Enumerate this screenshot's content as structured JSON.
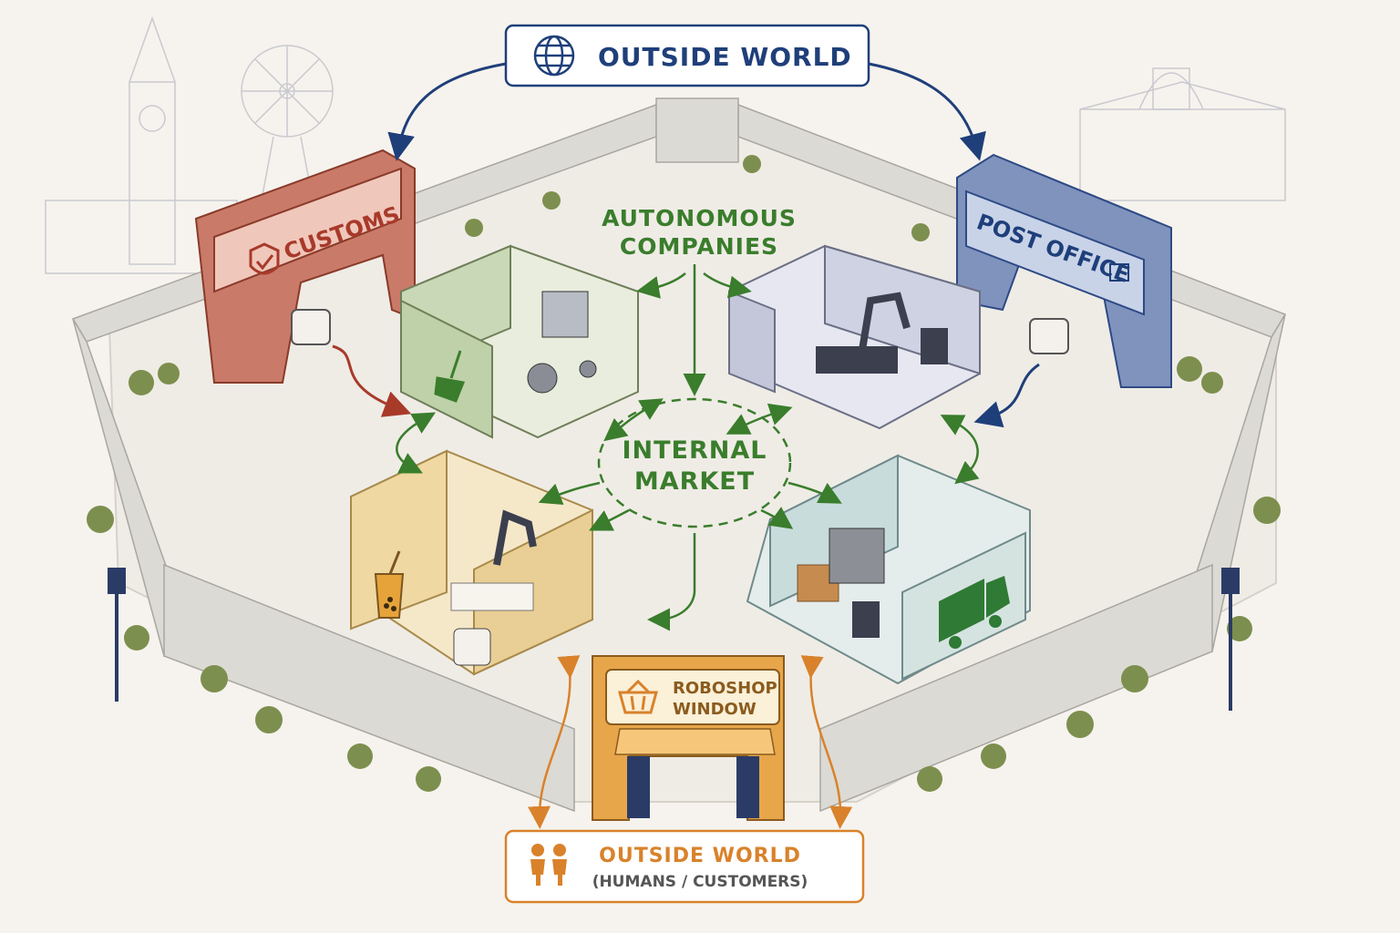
{
  "top_box": {
    "label": "OUTSIDE WORLD"
  },
  "customs": {
    "label": "CUSTOMS"
  },
  "post_office": {
    "label": "POST OFFICE"
  },
  "autonomous": {
    "line1": "AUTONOMOUS",
    "line2": "COMPANIES"
  },
  "market": {
    "line1": "INTERNAL",
    "line2": "MARKET"
  },
  "roboshop": {
    "line1": "ROBOSHOP",
    "line2": "WINDOW"
  },
  "bottom_box": {
    "line1": "OUTSIDE WORLD",
    "line2": "(HUMANS / CUSTOMERS)"
  },
  "colors": {
    "blue": "#1f3f7a",
    "red": "#a83a2a",
    "green": "#3a7d2c",
    "orange": "#d9822b",
    "customs_fill": "#e8b2a4",
    "post_fill": "#a9b9d6",
    "wall": "#dcdad4",
    "ground": "#efece6"
  },
  "icons": [
    "globe-icon",
    "shield-check-icon",
    "package-icon",
    "broom-icon",
    "bubble-tea-icon",
    "truck-icon",
    "basket-icon",
    "people-icon"
  ]
}
